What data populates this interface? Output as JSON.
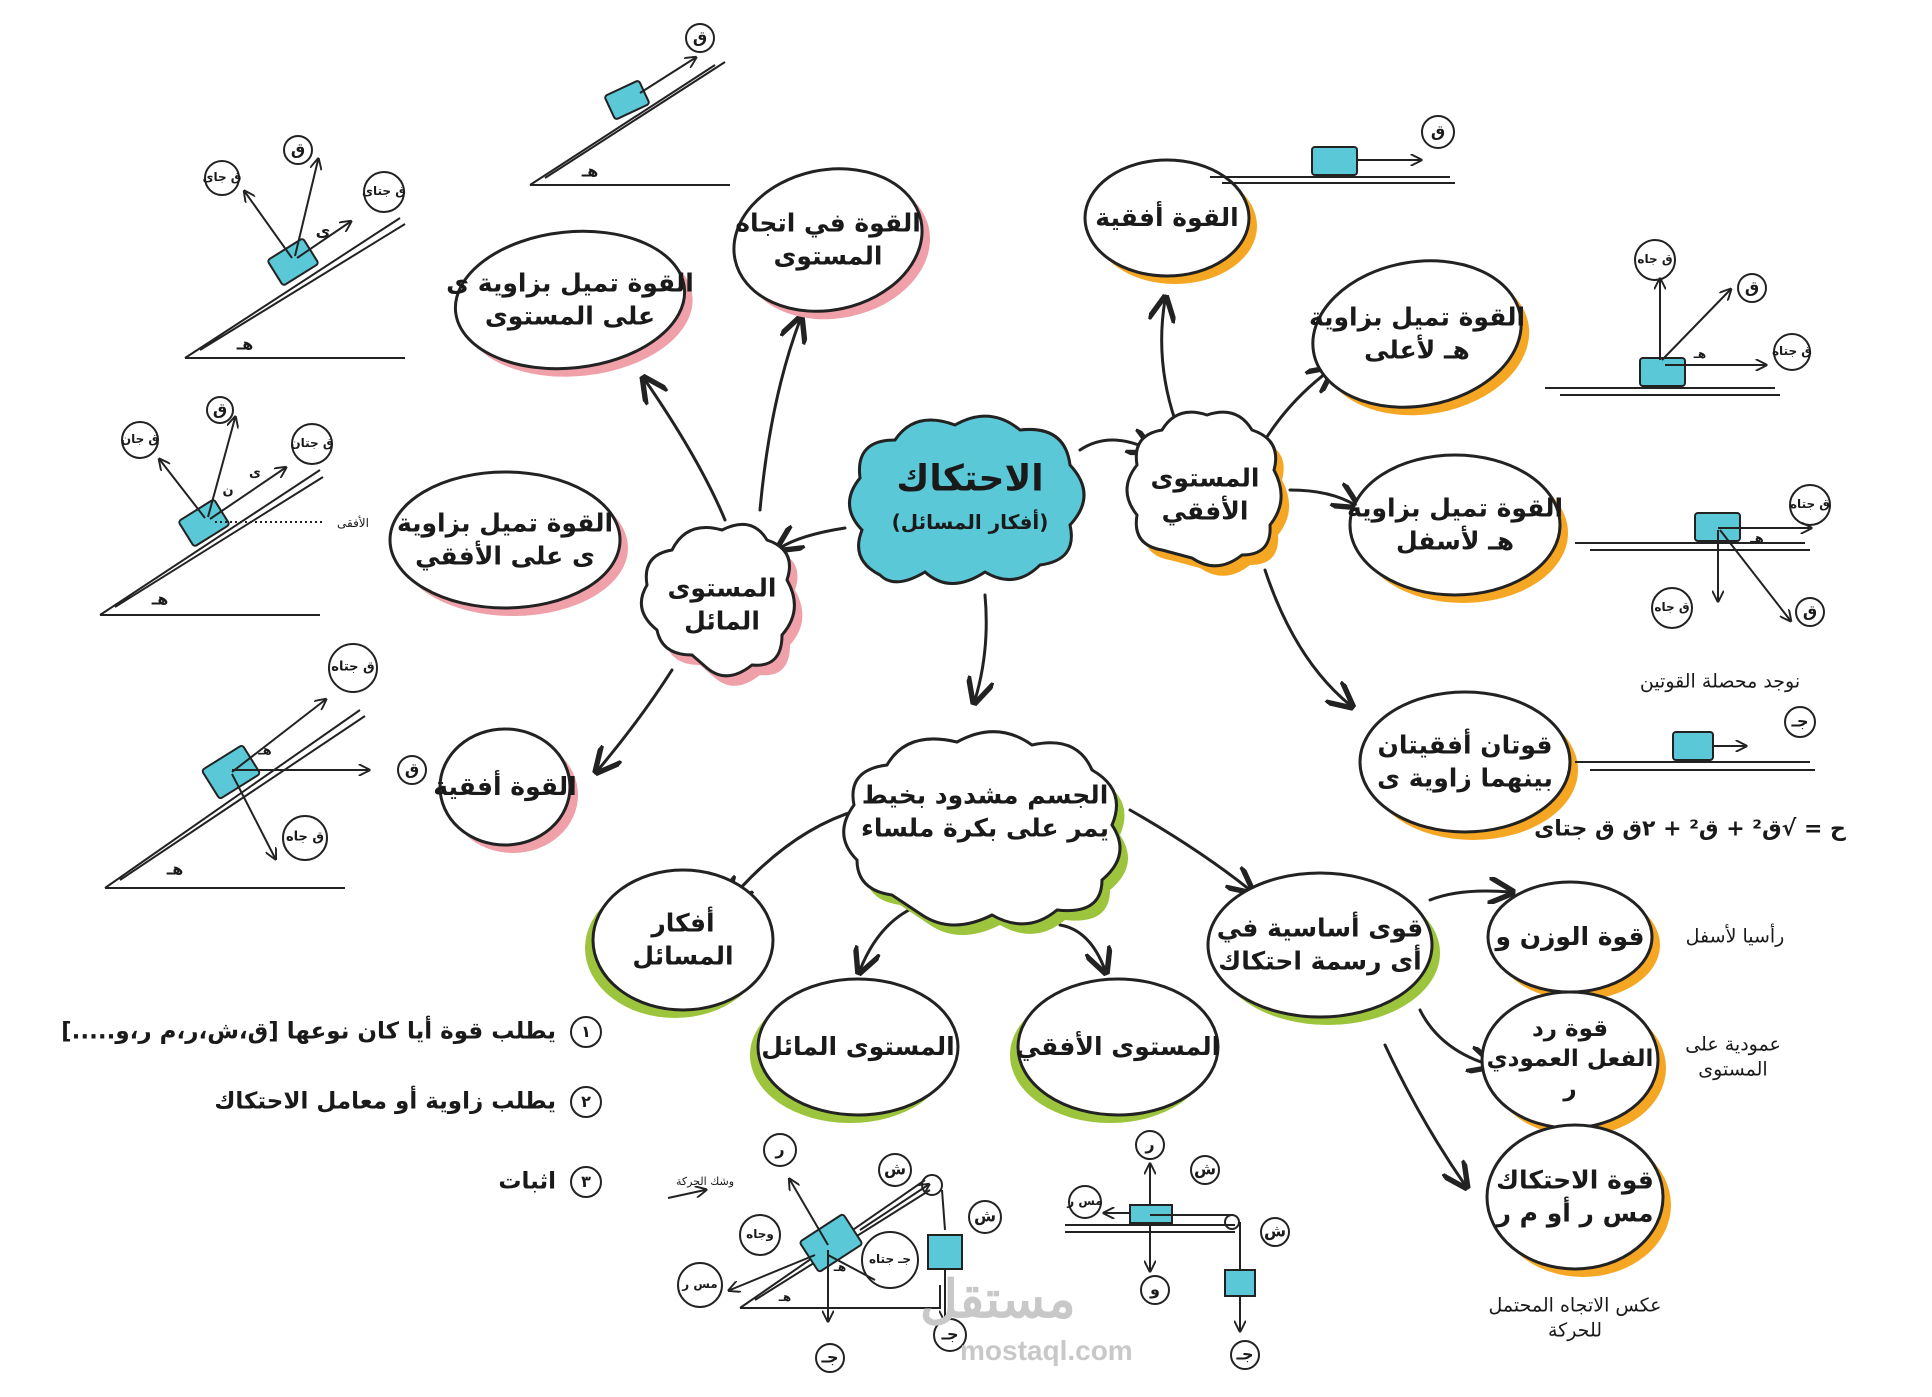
{
  "center": {
    "title": "الاحتكاك",
    "subtitle": "(أفكار المسائل)"
  },
  "inclined": {
    "hub": "المستوى\nالمائل",
    "nodes": [
      "القوة في اتجاه\nالمستوى",
      "القوة تميل بزاوية ى\nعلى المستوى",
      "القوة تميل بزاوية\nى على الأفقي",
      "القوة أفقية"
    ]
  },
  "horizontal": {
    "hub": "المستوى\nالأفقي",
    "nodes": [
      "القوة أفقية",
      "القوة تميل بزاوية\nهـ لأعلى",
      "القوة تميل بزاوية\nهـ لأسفل",
      "قوتان أفقيتان\nبينهما زاوية ى"
    ],
    "resultant_note": "نوجد محصلة القوتين",
    "formula": "ح = √ق² + ق² + ٢ق ق جتاى"
  },
  "pulley": {
    "hub": "الجسم مشدود بخيط\nيمر على بكرة ملساء",
    "ideas": "أفكار\nالمسائل",
    "inclined": "المستوى المائل",
    "horizontal": "المستوى الأفقي",
    "forces": "قوى أساسية في\nأى رسمة احتكاك"
  },
  "forces": {
    "weight": "قوة الوزن و",
    "weight_note": "رأسيا لأسفل",
    "normal": "قوة رد\nالفعل العمودي\nر",
    "normal_note": "عمودية على\nالمستوى",
    "friction": "قوة الاحتكاك\nمس ر أو م ر",
    "friction_note": "عكس الاتجاه المحتمل\nللحركة"
  },
  "ideas_list": [
    {
      "n": "١",
      "text": "يطلب قوة أيا كان نوعها [ق،ش،ر،م ر،و.....]"
    },
    {
      "n": "٢",
      "text": "يطلب زاوية أو معامل الاحتكاك"
    },
    {
      "n": "٣",
      "text": "اثبات"
    }
  ],
  "labels": {
    "q": "ق",
    "h": "هـ",
    "y": "ى",
    "qjay": "ق جاى",
    "qjtay": "ق جتاى",
    "qjah": "ق جاه",
    "qjtah": "ق جتاه",
    "qjn": "ق جان",
    "qjtn": "ق جتان",
    "n": "ن",
    "horiz": "الأفقى",
    "r": "ر",
    "sh": "ش",
    "w": "و",
    "j": "جـ",
    "wjah": "وجاه",
    "jjtah": "جـ جتاه",
    "msr": "مس ر",
    "motion": "وشك الحركة",
    "h_arrow": "هـ"
  },
  "watermark": {
    "arabic": "مستقل",
    "latin": "mostaql.com"
  },
  "colors": {
    "pink": "#f0a0a8",
    "orange": "#f5a623",
    "green": "#9cc43c",
    "teal": "#5bc8d8"
  }
}
